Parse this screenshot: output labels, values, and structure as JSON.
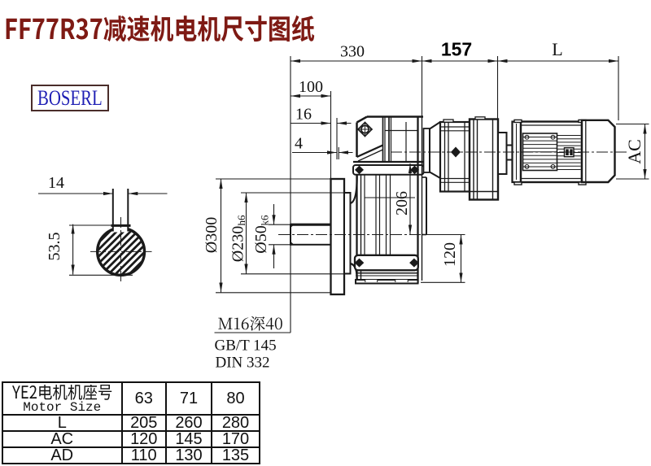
{
  "title": {
    "text": "FF77R37减速机电机尺寸图纸",
    "color": "#7e1a14"
  },
  "logo": {
    "text": "BOSERL",
    "text_color": "#1f1fb4",
    "border_color": "#4a2d2a"
  },
  "drawing": {
    "line_color": "#1a1a1a",
    "dims": {
      "overall": "330",
      "adapter": "157",
      "motor_len": "L",
      "shaft_len": "100",
      "flange_thk": "16",
      "spigot": "4",
      "flange_dia": "Ø300",
      "pilot_dia": "Ø230",
      "pilot_tol": "h6",
      "shaft_dia": "Ø50",
      "shaft_tol": "k6",
      "center_h": "206",
      "foot_h": "120",
      "motor_h": "AC",
      "key_w": "14",
      "key_h": "53.5"
    },
    "leader": {
      "line1": "M16深40",
      "line2": "GB/T 145",
      "line3": "DIN 332"
    }
  },
  "table": {
    "header": {
      "name_cn": "YE2电机机座号",
      "name_en": "Motor Size",
      "sizes": [
        "63",
        "71",
        "80"
      ]
    },
    "rows": [
      {
        "label": "L",
        "values": [
          "205",
          "260",
          "280"
        ]
      },
      {
        "label": "AC",
        "values": [
          "120",
          "145",
          "170"
        ]
      },
      {
        "label": "AD",
        "values": [
          "110",
          "130",
          "135"
        ]
      }
    ]
  }
}
